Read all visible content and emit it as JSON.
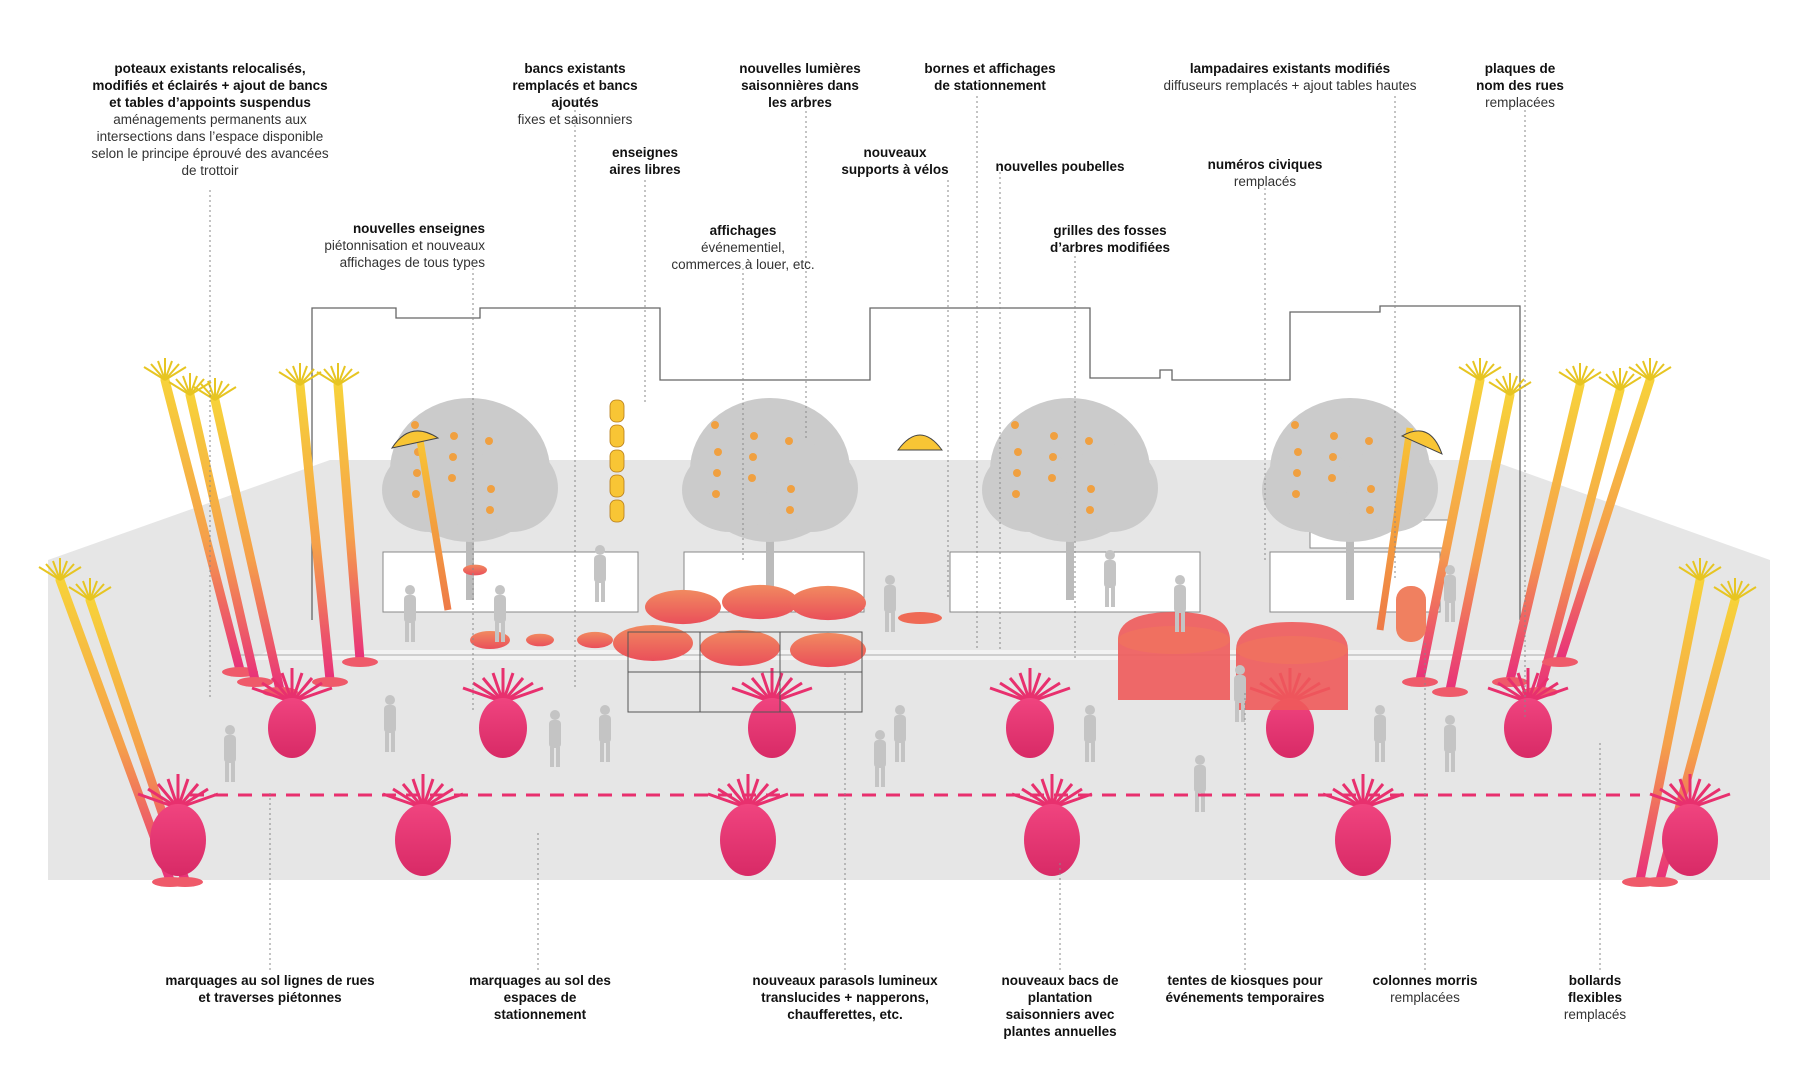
{
  "labels_top": [
    {
      "id": "poteaux",
      "title": "poteaux existants relocalisés, modifiés et éclairés + ajout de bancs et tables d’appoints suspendus",
      "sub": "aménagements permanents aux intersections dans l’espace disponible selon le principe éprouvé des avancées de trottoir"
    },
    {
      "id": "nouvelles-enseignes",
      "title": "nouvelles enseignes",
      "sub": "piétonnisation et nouveaux affichages de tous types"
    },
    {
      "id": "bancs",
      "title": "bancs existants remplacés et bancs ajoutés",
      "sub": "fixes et saisonniers"
    },
    {
      "id": "enseignes-aires",
      "title": "enseignes aires libres",
      "sub": ""
    },
    {
      "id": "affichages",
      "title": "affichages",
      "sub": "événementiel, commerces à louer, etc."
    },
    {
      "id": "lumieres",
      "title": "nouvelles lumières saisonnières dans les arbres",
      "sub": ""
    },
    {
      "id": "supports-velos",
      "title": "nouveaux supports à vélos",
      "sub": ""
    },
    {
      "id": "bornes",
      "title": "bornes et affichages de stationnement",
      "sub": ""
    },
    {
      "id": "poubelles",
      "title": "nouvelles poubelles",
      "sub": ""
    },
    {
      "id": "grilles",
      "title": "grilles des fosses d’arbres modifiées",
      "sub": ""
    },
    {
      "id": "numeros",
      "title": "numéros civiques",
      "sub": "remplacés"
    },
    {
      "id": "lampadaires",
      "title": "lampadaires existants modifiés",
      "sub": "diffuseurs remplacés + ajout tables hautes"
    },
    {
      "id": "plaques",
      "title": "plaques de nom des rues",
      "sub": "remplacées"
    }
  ],
  "labels_bottom": [
    {
      "id": "marquages-lignes",
      "title": "marquages au sol lignes de rues et traverses piétonnes",
      "sub": ""
    },
    {
      "id": "marquages-stationnement",
      "title": "marquages au sol des espaces de stationnement",
      "sub": ""
    },
    {
      "id": "parasols",
      "title": "nouveaux parasols lumineux translucides + napperons, chaufferettes, etc.",
      "sub": ""
    },
    {
      "id": "bacs",
      "title": "nouveaux bacs de plantation saisonniers avec plantes annuelles",
      "sub": ""
    },
    {
      "id": "tentes",
      "title": "tentes de kiosques pour événements temporaires",
      "sub": ""
    },
    {
      "id": "colonnes",
      "title": "colonnes morris",
      "sub": "remplacées"
    },
    {
      "id": "bollards",
      "title": "bollards flexibles",
      "sub": "remplacés"
    }
  ],
  "colors": {
    "pole_top": "#f7d23a",
    "pole_bottom": "#e8307a",
    "planter": "#e8306e",
    "umbrella": "#ef6a55",
    "tree": "#c9c9c9",
    "ground": "#e3e3e3",
    "line": "#777777",
    "dots": "#f0a040"
  }
}
